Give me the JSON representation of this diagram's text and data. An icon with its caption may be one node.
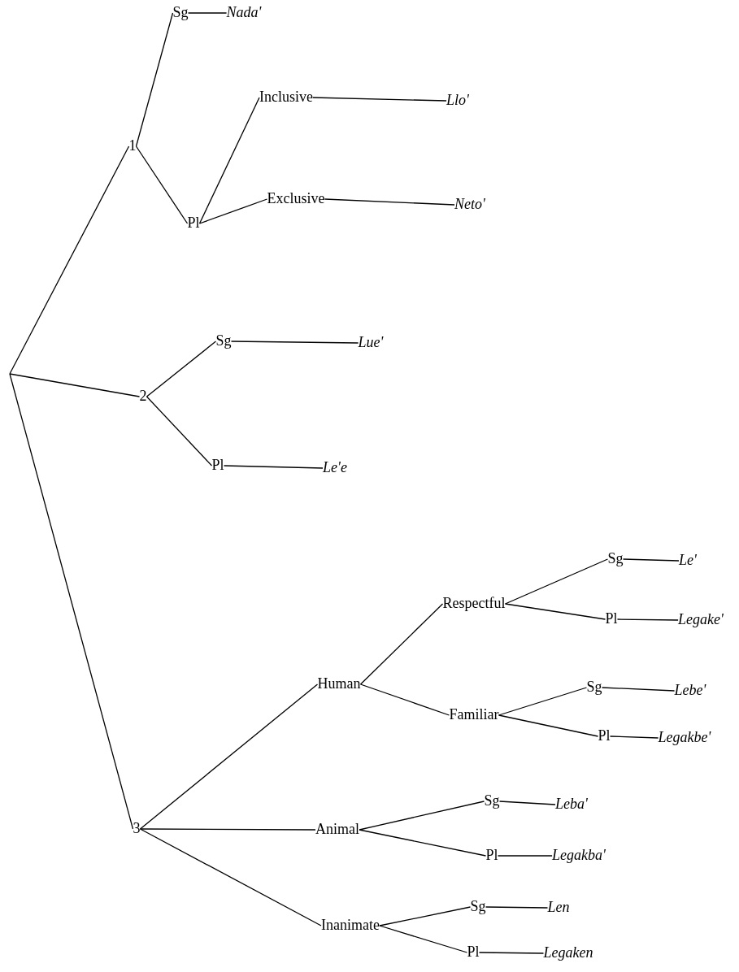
{
  "diagram": {
    "nodes": [
      {
        "text": [
          "1"
        ]
      },
      {
        "text": [
          "Sg"
        ]
      },
      {
        "text": [
          "Nada'"
        ]
      },
      {
        "text": [
          "Pl"
        ]
      },
      {
        "text": [
          "Inclusive"
        ]
      },
      {
        "text": [
          "Llo'"
        ]
      },
      {
        "text": [
          "Exclusive"
        ]
      },
      {
        "text": [
          "Neto'"
        ]
      },
      {
        "text": [
          "2"
        ]
      },
      {
        "text": [
          "Sg"
        ]
      },
      {
        "text": [
          "Lue'"
        ]
      },
      {
        "text": [
          "Pl"
        ]
      },
      {
        "text": [
          "Le'e"
        ]
      },
      {
        "text": [
          "3"
        ]
      },
      {
        "text": [
          "Human"
        ]
      },
      {
        "text": [
          "Animal"
        ]
      },
      {
        "text": [
          "Inanimate"
        ]
      },
      {
        "text": [
          "Respectful"
        ]
      },
      {
        "text": [
          "Familiar"
        ]
      },
      {
        "text": [
          "Sg"
        ]
      },
      {
        "text": [
          "Le'"
        ]
      },
      {
        "text": [
          "Pl"
        ]
      },
      {
        "text": [
          "Legake'"
        ]
      },
      {
        "text": [
          "Sg"
        ]
      },
      {
        "text": [
          "Lebe'"
        ]
      },
      {
        "text": [
          "Pl"
        ]
      },
      {
        "text": [
          "Legakbe'"
        ]
      },
      {
        "text": [
          "Sg"
        ]
      },
      {
        "text": [
          "Leba'"
        ]
      },
      {
        "text": [
          "Pl"
        ]
      },
      {
        "text": [
          "Legakba'"
        ]
      },
      {
        "text": [
          "Sg"
        ]
      },
      {
        "text": [
          "Len"
        ]
      },
      {
        "text": [
          "Pl"
        ]
      },
      {
        "text": [
          "Legaken"
        ]
      }
    ],
    "edges": [
      {
        "from": null,
        "to": 0,
        "arrow": "none"
      },
      {
        "from": null,
        "to": 8,
        "arrow": "none"
      },
      {
        "from": null,
        "to": 13,
        "arrow": "none"
      },
      {
        "from": 0,
        "to": 1,
        "arrow": "none"
      },
      {
        "from": 0,
        "to": 3,
        "arrow": "none"
      },
      {
        "from": 1,
        "to": 2,
        "arrow": "none"
      },
      {
        "from": 3,
        "to": 4,
        "arrow": "none"
      },
      {
        "from": 3,
        "to": 6,
        "arrow": "none"
      },
      {
        "from": 4,
        "to": 5,
        "arrow": "none"
      },
      {
        "from": 6,
        "to": 7,
        "arrow": "none"
      },
      {
        "from": 8,
        "to": 9,
        "arrow": "none"
      },
      {
        "from": 8,
        "to": 11,
        "arrow": "none"
      },
      {
        "from": 9,
        "to": 10,
        "arrow": "none"
      },
      {
        "from": 11,
        "to": 12,
        "arrow": "none"
      },
      {
        "from": 13,
        "to": 14,
        "arrow": "none"
      },
      {
        "from": 13,
        "to": 15,
        "arrow": "none"
      },
      {
        "from": 13,
        "to": 16,
        "arrow": "none"
      },
      {
        "from": 14,
        "to": 17,
        "arrow": "none"
      },
      {
        "from": 14,
        "to": 18,
        "arrow": "none"
      },
      {
        "from": 17,
        "to": 19,
        "arrow": "none"
      },
      {
        "from": 17,
        "to": 21,
        "arrow": "none"
      },
      {
        "from": 19,
        "to": 20,
        "arrow": "none"
      },
      {
        "from": 21,
        "to": 22,
        "arrow": "none"
      },
      {
        "from": 18,
        "to": 23,
        "arrow": "none"
      },
      {
        "from": 18,
        "to": 25,
        "arrow": "none"
      },
      {
        "from": 23,
        "to": 24,
        "arrow": "none"
      },
      {
        "from": 25,
        "to": 26,
        "arrow": "none"
      },
      {
        "from": 15,
        "to": 27,
        "arrow": "none"
      },
      {
        "from": 15,
        "to": 29,
        "arrow": "none"
      },
      {
        "from": 27,
        "to": 28,
        "arrow": "none"
      },
      {
        "from": 29,
        "to": 30,
        "arrow": "none"
      },
      {
        "from": 16,
        "to": 31,
        "arrow": "none"
      },
      {
        "from": 16,
        "to": 33,
        "arrow": "none"
      },
      {
        "from": 31,
        "to": 32,
        "arrow": "none"
      },
      {
        "from": 33,
        "to": 34,
        "arrow": "none"
      }
    ]
  }
}
